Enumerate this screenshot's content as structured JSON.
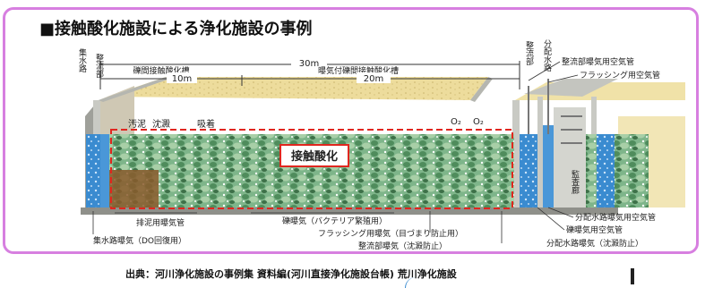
{
  "title": "■接触酸化施設による浄化施設の事例",
  "dimensions": {
    "total": "30m",
    "gravel_tank": "礫間接触酸化槽",
    "gravel_length": "10m",
    "aerated_tank": "曝気付礫間接触酸化槽",
    "aerated_length": "20m"
  },
  "left_labels": {
    "collection_channel": "集水路",
    "rectifier": "整流部"
  },
  "right_labels": {
    "rectifier": "整流部",
    "distribution_channel": "分配水路",
    "rectifier_pipe": "整流部曝気用空気管",
    "flushing_pipe": "フラッシング用空気管",
    "monitoring_corridor": "監査廊",
    "dist_channel_pipe": "分配水路曝気用空気管",
    "gravel_aeration_pipe": "礫曝気用空気管",
    "dist_channel_aeration": "分配水路曝気（沈澱防止）"
  },
  "inside_labels": {
    "sludge": "汚泥",
    "sedimentation": "沈澱",
    "adsorption": "吸着",
    "o2_a": "O₂",
    "o2_b": "O₂",
    "highlight": "接触酸化"
  },
  "bottom_labels": {
    "sludge_pipe": "排泥用曝気管",
    "collection_aeration": "集水路曝気（DO回復用）",
    "gravel_aeration": "礫曝気（バクテリア繁殖用）",
    "flushing_aeration": "フラッシング用曝気（目づまり防止用）",
    "rectifier_aeration": "整流部曝気（沈澱防止）"
  },
  "caption": "出典：河川浄化施設の事例集 資料編(河川直接浄化施設台帳) 荒川浄化施設",
  "colors": {
    "frame": "#d77fe0",
    "highlight": "#e0261f",
    "water": "#3a8bd0",
    "gravel": "#5c9c6a",
    "sand": "#e9d68f"
  }
}
